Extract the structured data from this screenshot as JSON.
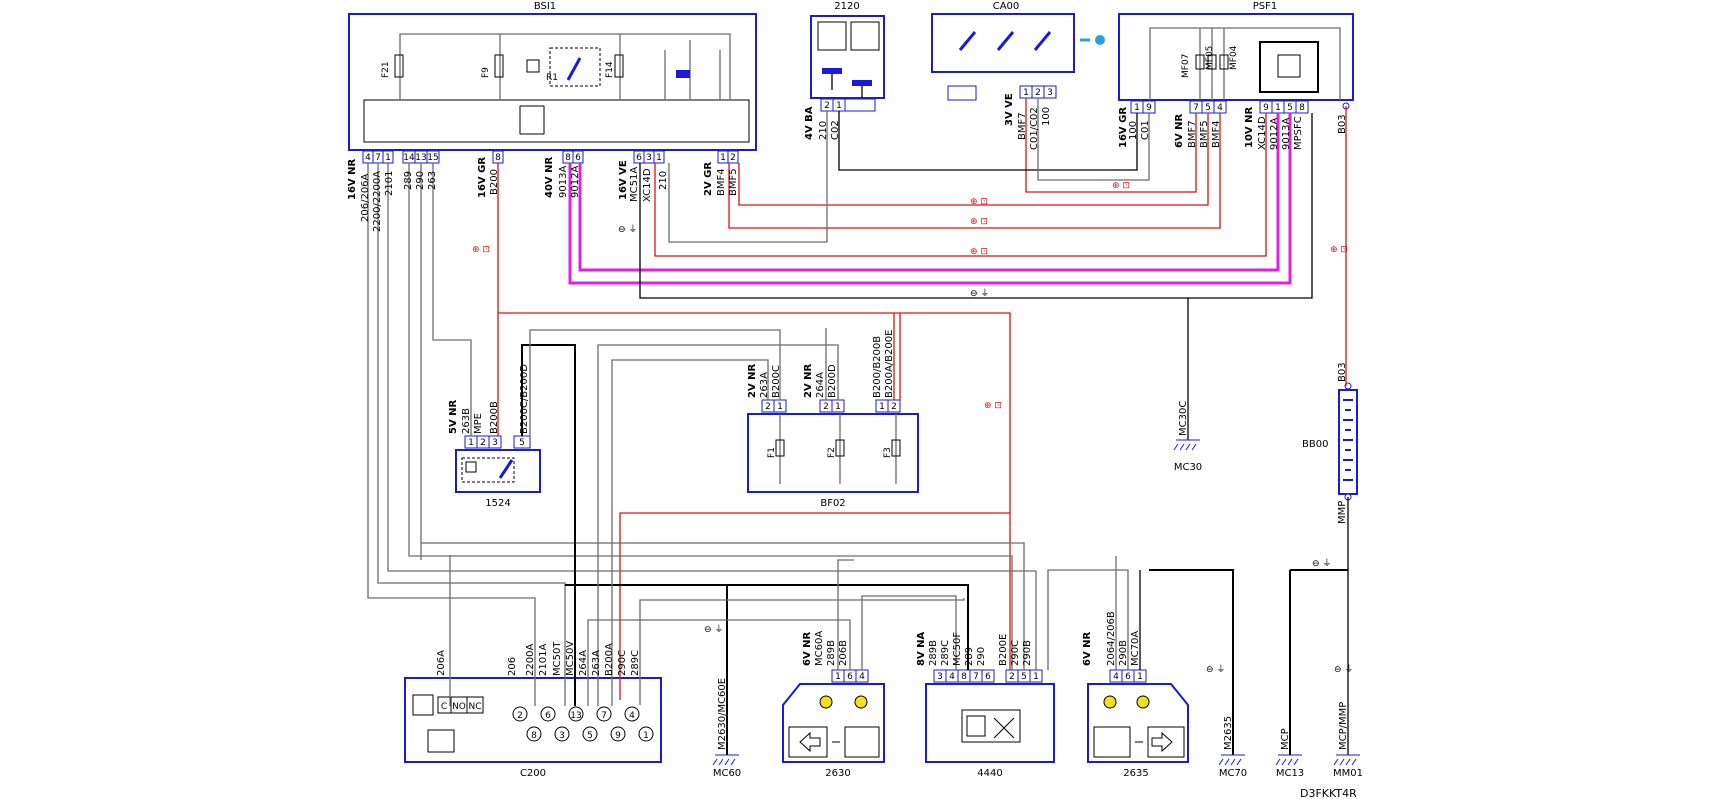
{
  "components": {
    "bsi1": {
      "name": "BSI1",
      "pins": [
        "4",
        "7",
        "1",
        "14",
        "13",
        "15",
        "8",
        "8",
        "6",
        "6",
        "3",
        "1",
        "1",
        "2"
      ],
      "fuses": [
        "F21",
        "F9",
        "F14"
      ],
      "relay": "R1"
    },
    "c2120": {
      "name": "2120",
      "pins": [
        "2",
        "1"
      ]
    },
    "ca00": {
      "name": "CA00",
      "pins": [
        "1",
        "2",
        "3"
      ]
    },
    "psf1": {
      "name": "PSF1",
      "pins": [
        "1",
        "9",
        "7",
        "5",
        "4",
        "9",
        "1",
        "5",
        "8"
      ],
      "fuses": [
        "MF07",
        "MF05",
        "MF04"
      ]
    },
    "c1524": {
      "name": "1524",
      "pins": [
        "1",
        "2",
        "3",
        "5"
      ]
    },
    "bf02": {
      "name": "BF02",
      "pins": [
        "2",
        "1",
        "2",
        "1",
        "1",
        "2"
      ],
      "fuses": [
        "F1",
        "F2",
        "F3"
      ]
    },
    "c200": {
      "name": "C200",
      "switch_labels": [
        "C",
        "NO",
        "NC"
      ],
      "pins_top": [
        "2",
        "6",
        "13",
        "7",
        "4"
      ],
      "pins_bottom": [
        "8",
        "3",
        "5",
        "9",
        "1"
      ]
    },
    "c2630": {
      "name": "2630",
      "pins": [
        "1",
        "6",
        "4"
      ]
    },
    "c4440": {
      "name": "4440",
      "pins": [
        "3",
        "4",
        "8",
        "7",
        "6",
        "2",
        "5",
        "1"
      ]
    },
    "c2635": {
      "name": "2635",
      "pins": [
        "4",
        "6",
        "1"
      ]
    },
    "bb00": {
      "name": "BB00"
    }
  },
  "grounds": [
    "MC30",
    "MC60",
    "MC70",
    "MC13",
    "MM01"
  ],
  "ground_wire_labels": {
    "mc30": "MC30C",
    "mc60": "M2630/MC60E",
    "mc70": "M2635",
    "mc13": "MCP",
    "mm01": "MCP/MMP",
    "bb00": "MMP"
  },
  "connector_codes": {
    "bsi_left": "16V NR",
    "bsi_b200": "16V GR",
    "bsi_9013": "40V NR",
    "bsi_mc50": "16V VE",
    "bsi_bmf": "2V GR",
    "c2120": "4V BA",
    "ca00": "3V VE",
    "psf_co1": "16V GR",
    "psf_bmf": "6V NR",
    "psf_xc14": "10V NR",
    "c1524": "5V NR",
    "bf02_1": "2V NR",
    "bf02_2": "2V NR",
    "c2630": "6V NR",
    "c4440": "8V NA",
    "c2635": "6V NR"
  },
  "wire_labels": {
    "bsi_left": [
      "206/206A",
      "2200/2200A",
      "2101",
      "289",
      "290",
      "263"
    ],
    "bsi_b200": "B200",
    "bsi_9013": [
      "9013A",
      "9012A"
    ],
    "bsi_mc": [
      "MC51A",
      "XC14D",
      "210"
    ],
    "bsi_bmf": [
      "BMF4",
      "BMF5"
    ],
    "c2120": [
      "210",
      "C02"
    ],
    "ca00": [
      "BMF7",
      "C01/C02",
      "100"
    ],
    "psf_co1": [
      "100",
      "C01"
    ],
    "psf_bmf": [
      "BMF7",
      "BMF5",
      "BMF4"
    ],
    "psf_xc14": [
      "XC14D",
      "9012A",
      "9013A",
      "MPSFC"
    ],
    "psf_b03": "B03",
    "bb00_b03": "B03",
    "c1524": [
      "263B",
      "MPE",
      "B200B",
      "B200C/B200D"
    ],
    "bf02_1": [
      "263A",
      "B200C"
    ],
    "bf02_2": [
      "264A",
      "B200D"
    ],
    "bf02_3": [
      "B200/B200B",
      "B200A/B200E"
    ],
    "c200": [
      "206A",
      "206",
      "2200A",
      "2101A",
      "MC50T",
      "MC50V",
      "264A",
      "263A",
      "B200A",
      "290C",
      "289C"
    ],
    "c2630": [
      "MC60A",
      "289B",
      "206B"
    ],
    "c4440": [
      "289B",
      "289C",
      "MC50F",
      "289",
      "290",
      "B200E",
      "290C",
      "290B"
    ],
    "c2635": [
      "2064/206B",
      "290B",
      "MC70A"
    ]
  },
  "symbols": {
    "fuse_plus": "⊕ ⊡",
    "ground_sym": "⊖ ⏚"
  },
  "footer": {
    "code": "D3FKKT4R"
  }
}
